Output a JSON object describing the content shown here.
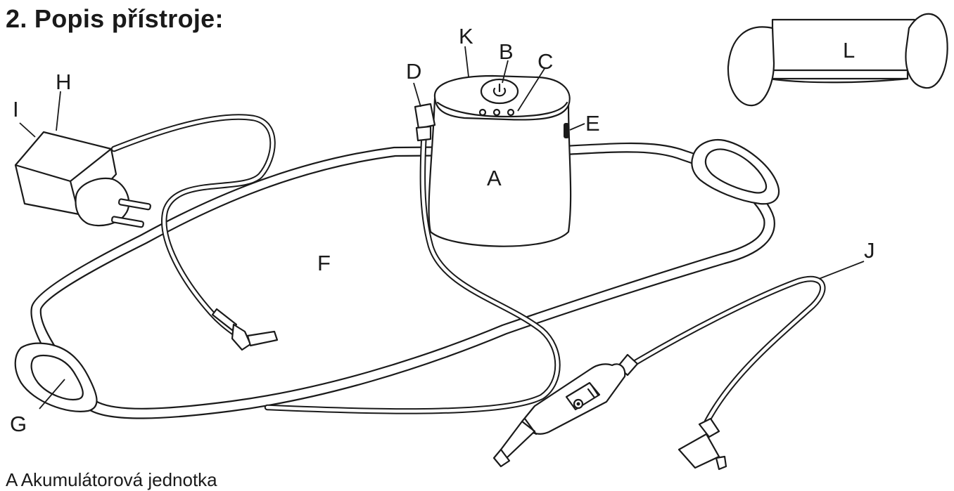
{
  "title": "2. Popis přístroje:",
  "labels": {
    "A": "A",
    "B": "B",
    "C": "C",
    "D": "D",
    "E": "E",
    "F": "F",
    "G": "G",
    "H": "H",
    "I": "I",
    "J": "J",
    "K": "K",
    "L": "L"
  },
  "legend": {
    "first_line": "A  Akumulátorová jednotka"
  }
}
